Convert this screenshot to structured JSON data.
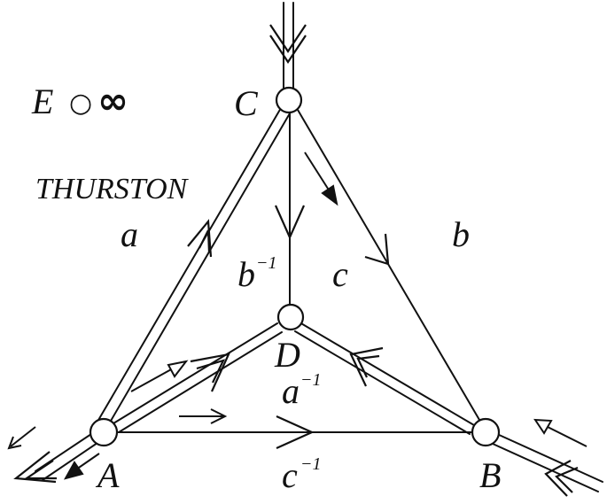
{
  "diagram": {
    "title_line1": {
      "letter": "E",
      "symbol1": "○",
      "symbol2": "∞"
    },
    "title_line2": "THURSTON",
    "vertices": {
      "A": "A",
      "B": "B",
      "C": "C",
      "D": "D"
    },
    "edges": {
      "a": "a",
      "b": "b",
      "c": "c",
      "b_inv": {
        "base": "b",
        "exp": "−1"
      },
      "a_inv": {
        "base": "a",
        "exp": "−1"
      },
      "c_inv": {
        "base": "c",
        "exp": "−1"
      }
    }
  }
}
